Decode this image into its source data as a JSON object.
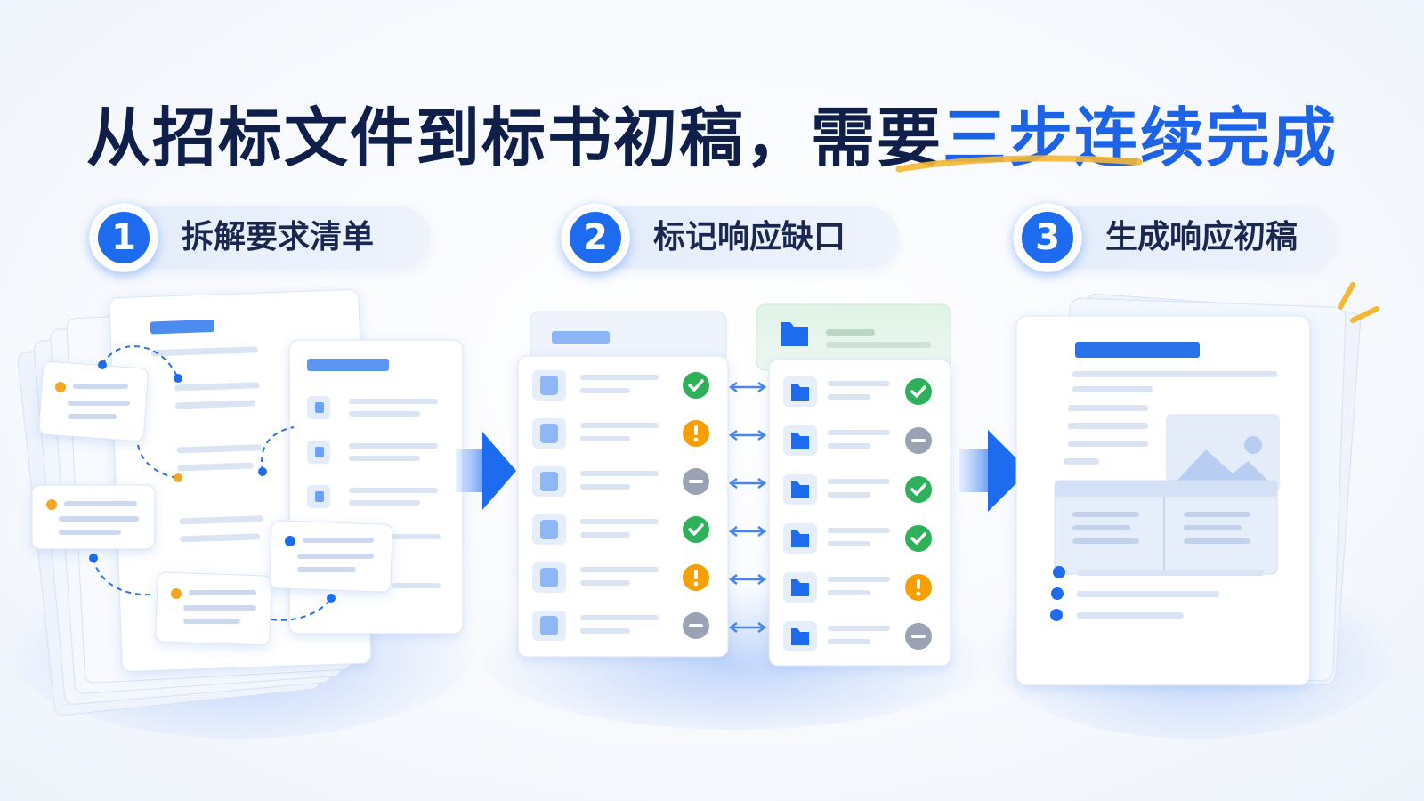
{
  "title": {
    "part1": "从招标文件到标书初稿，需要",
    "part2": "三步连续完成"
  },
  "steps": [
    {
      "number": "1",
      "label": "拆解要求清单"
    },
    {
      "number": "2",
      "label": "标记响应缺口"
    },
    {
      "number": "3",
      "label": "生成响应初稿"
    }
  ],
  "colors": {
    "title": "#0f1f4a",
    "accent": "#1c63e8",
    "underline": "#f5b733",
    "status_ok": "#2fb15b",
    "status_warn": "#f5a000",
    "status_neutral": "#9aa2b3"
  },
  "requirements_status": [
    "ok",
    "warn",
    "neutral",
    "ok",
    "warn",
    "neutral"
  ],
  "responses_status": [
    "ok",
    "neutral",
    "ok",
    "ok",
    "warn",
    "neutral"
  ]
}
